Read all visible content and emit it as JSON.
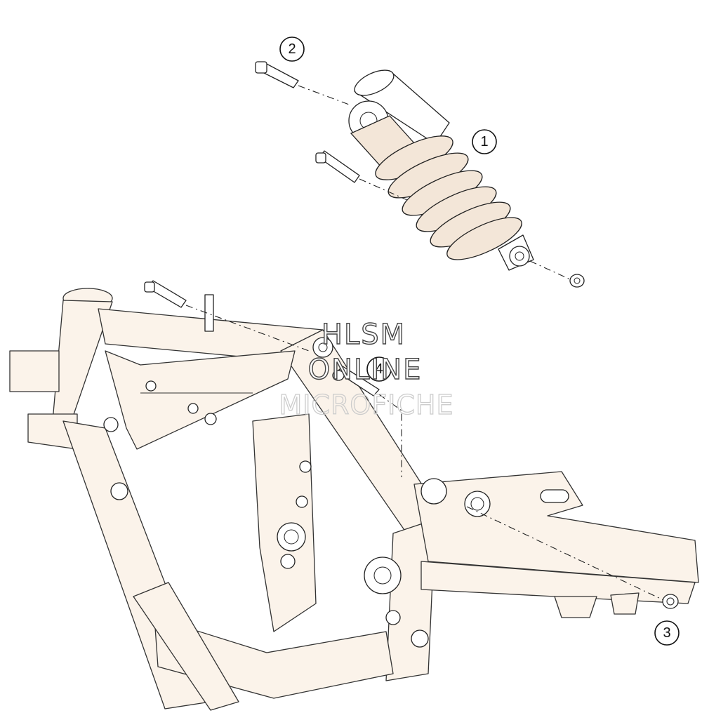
{
  "callouts": [
    {
      "number": "1"
    },
    {
      "number": "2"
    },
    {
      "number": "3"
    },
    {
      "number": "4"
    }
  ],
  "watermark": {
    "line1": "HLSM",
    "line2": "ONLINE",
    "line3": "MICROFICHE"
  }
}
